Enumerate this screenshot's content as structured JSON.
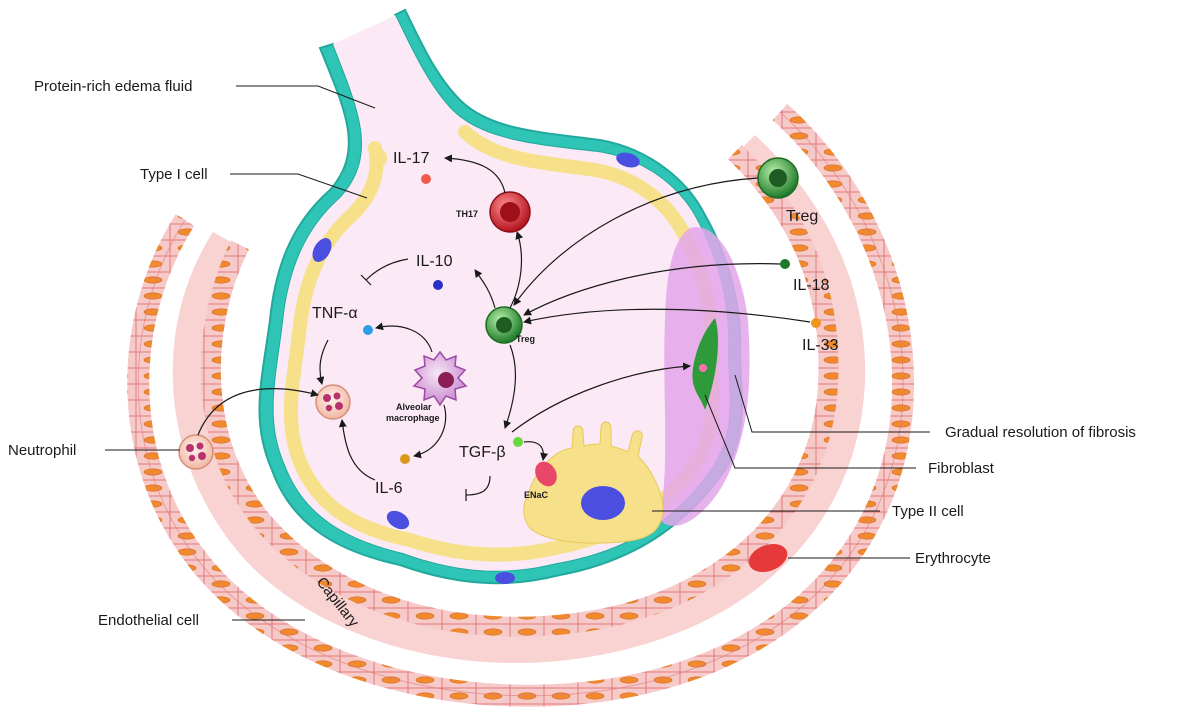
{
  "colors": {
    "alveolus_fill": "#fbe9f6",
    "membrane": "#2ec4b6",
    "epithelium": "#f6e08a",
    "capillary_fill": "#f7c9c9",
    "capillary_edge": "#e07a7a",
    "endothelial_nucleus": "#f08a2e",
    "fibrosis": "#e3a6ea",
    "nucleus_blue": "#4a4fe0",
    "th17": "#c0242f",
    "treg": "#2e9a3a"
  },
  "labels": {
    "edema": "Protein-rich edema fluid",
    "type1": "Type I cell",
    "neutrophil": "Neutrophil",
    "endothelial": "Endothelial cell",
    "resolution": "Gradual resolution of fibrosis",
    "fibroblast": "Fibroblast",
    "type2": "Type II cell",
    "erythrocyte": "Erythrocyte",
    "capillary": "Capillary",
    "treg_top": "Treg",
    "il18": "IL-18",
    "il33": "IL-33",
    "il17": "IL-17",
    "th17": "TH17",
    "il10": "IL-10",
    "tnf": "TNF-α",
    "treg_center": "Treg",
    "macrophage_1": "Alveolar",
    "macrophage_2": "macrophage",
    "tgf": "TGF-β",
    "il6": "IL-6",
    "enac": "ENaC"
  },
  "icons": {
    "th17": "th17-cell-icon",
    "treg": "treg-cell-icon",
    "macrophage": "macrophage-icon",
    "neutrophil": "neutrophil-icon",
    "fibroblast": "fibroblast-icon",
    "erythrocyte": "erythrocyte-icon"
  }
}
